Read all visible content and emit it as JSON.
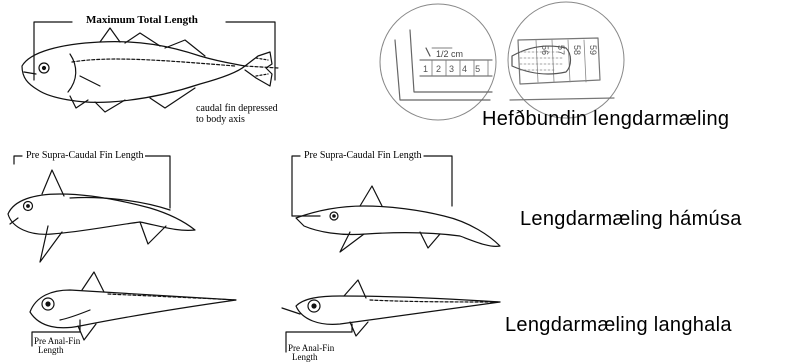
{
  "panels": {
    "standard": {
      "max_total_length_label": "Maximum Total Length",
      "caudal_note_line1": "caudal fin depressed",
      "caudal_note_line2": "to body axis",
      "board_half_cm_label": "1/2 cm",
      "board_left_ticks": [
        "1",
        "2",
        "3",
        "4",
        "5"
      ],
      "board_right_ticks": [
        "56",
        "57",
        "58",
        "59"
      ],
      "caption": "Hefðbundin lengdarmæling"
    },
    "chimaera": {
      "left_label": "Pre Supra-Caudal Fin Length",
      "right_label": "Pre Supra-Caudal Fin Length",
      "caption": "Lengdarmæling hámúsa"
    },
    "grenadier": {
      "left_label_line1": "Pre Anal-Fin",
      "left_label_line2": "Length",
      "right_label_line1": "Pre Anal-Fin",
      "right_label_line2": "Length",
      "caption": "Lengdarmæling langhala"
    }
  }
}
